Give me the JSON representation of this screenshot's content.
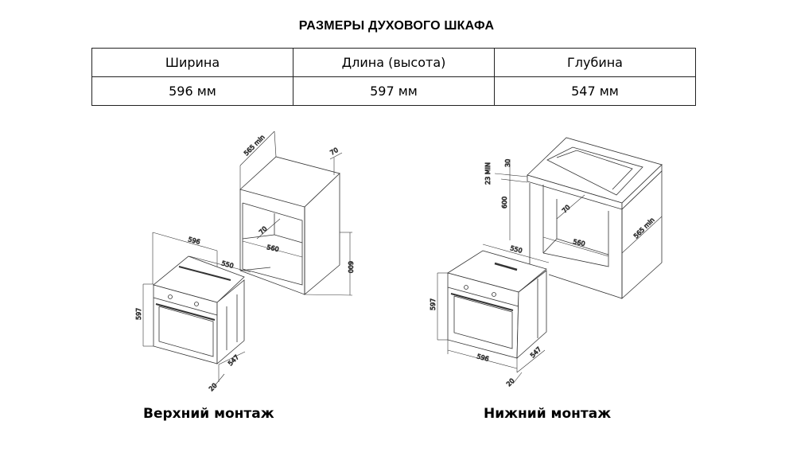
{
  "title": "РАЗМЕРЫ ДУХОВОГО ШКАФА",
  "table": {
    "headers": [
      "Ширина",
      "Длина (высота)",
      "Глубина"
    ],
    "values": [
      "596 мм",
      "597 мм",
      "547 мм"
    ]
  },
  "top_mount": {
    "caption": "Верхний монтаж",
    "dims": {
      "cab_depth": "565 min",
      "cab_gap": "70",
      "cab_height": "600",
      "inner_depth": "70",
      "inner_width": "560",
      "oven_width": "596",
      "oven_depth_top": "550",
      "oven_height": "597",
      "oven_depth": "547",
      "oven_front": "20"
    }
  },
  "bottom_mount": {
    "caption": "Нижний монтаж",
    "dims": {
      "counter_thk": "30",
      "min_gap": "23 MIN",
      "cab_height": "600",
      "inner_depth": "70",
      "inner_width": "560",
      "cab_depth": "565 min",
      "oven_depth_top": "550",
      "oven_height": "597",
      "oven_width": "596",
      "oven_depth": "547",
      "oven_front": "20"
    }
  }
}
